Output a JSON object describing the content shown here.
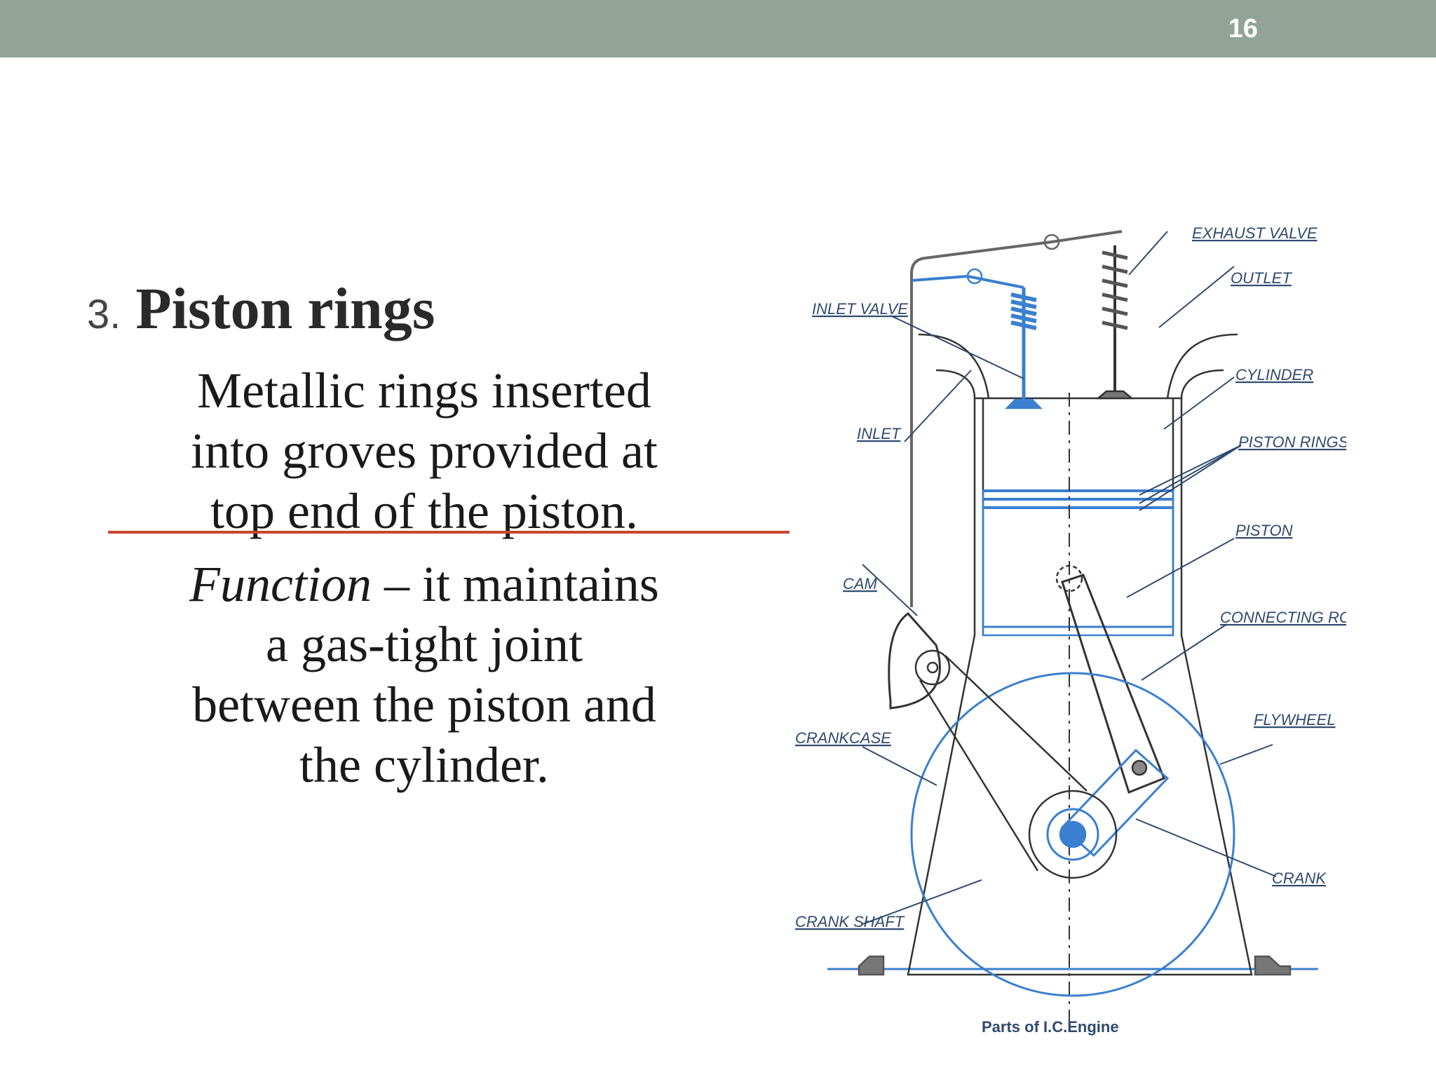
{
  "slide": {
    "number": "16"
  },
  "heading": {
    "number": "3.",
    "title": "Piston rings"
  },
  "description": {
    "line1": "Metallic rings inserted",
    "line2": "into groves provided at",
    "line3": "top end of the piston."
  },
  "function_text": {
    "term": "Function",
    "rest": " – it maintains",
    "line2": "a gas-tight joint",
    "line3": "between the piston and",
    "line4": "the cylinder."
  },
  "diagram": {
    "caption": "Parts of I.C.Engine",
    "labels": {
      "exhaust_valve": "EXHAUST VALVE",
      "outlet": "OUTLET",
      "inlet_valve": "INLET VALVE",
      "cylinder": "CYLINDER",
      "inlet": "INLET",
      "piston_rings": "PISTON RINGS",
      "piston": "PISTON",
      "cam": "CAM",
      "connecting_rod": "CONNECTING ROD",
      "flywheel": "FLYWHEEL",
      "crankcase": "CRANKCASE",
      "crank": "CRANK",
      "crank_shaft": "CRANK SHAFT"
    },
    "colors": {
      "blue": "#3a7fd0",
      "line": "#333333",
      "label": "#2f4a6e"
    }
  },
  "colors": {
    "header_bar": "#93a398",
    "divider": "#c8462e"
  }
}
